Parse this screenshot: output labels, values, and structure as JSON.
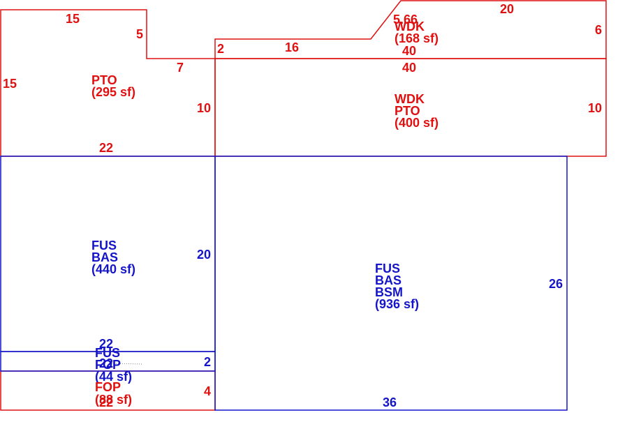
{
  "colors": {
    "red": "#e01010",
    "blue": "#1414c8"
  },
  "areas": {
    "pto_left": {
      "lines": [
        "PTO",
        "(295 sf)"
      ]
    },
    "wdk_top": {
      "lines": [
        "WDK",
        "(168 sf)"
      ]
    },
    "wdk_pto": {
      "lines": [
        "WDK",
        "PTO",
        "(400 sf)"
      ]
    },
    "fus_bas_left": {
      "lines": [
        "FUS",
        "BAS",
        "(440 sf)"
      ]
    },
    "fus_bas_bsm": {
      "lines": [
        "FUS",
        "BAS",
        "BSM",
        "(936 sf)"
      ]
    },
    "fus_fop": {
      "lines": [
        "FUS",
        "FOP",
        "(44 sf)"
      ]
    },
    "fop": {
      "lines": [
        "FOP",
        "(88 sf)"
      ]
    }
  },
  "dimensions": {
    "pto_top": "15",
    "pto_left_side": "15",
    "pto_step_vertical": "5",
    "pto_step_horizontal": "7",
    "pto_right_side": "10",
    "pto_bottom": "22",
    "wdk_left_stub": "2",
    "wdk_bottom_run": "16",
    "wdk_diagonal": "5.66",
    "wdk_top": "20",
    "wdk_right": "6",
    "wdk_inner": "40",
    "wdk_pto_top": "40",
    "wdk_pto_right": "10",
    "fus_left_right_side": "20",
    "fus_left_bottom": "22",
    "fus_fop_top_overlap": "22",
    "fus_fop_right": "2",
    "fop_right": "4",
    "fop_bottom": "22",
    "bsm_right": "26",
    "bsm_bottom": "36"
  }
}
